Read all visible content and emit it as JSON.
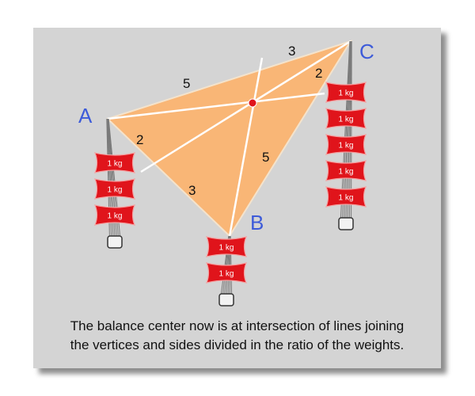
{
  "vertices": {
    "A": {
      "label": "A",
      "weight_count": 3
    },
    "B": {
      "label": "B",
      "weight_count": 2
    },
    "C": {
      "label": "C",
      "weight_count": 5
    }
  },
  "side_ratios": {
    "AC_near_A": "5",
    "AC_near_C": "3",
    "AB_near_A": "2",
    "AB_near_B": "3",
    "BC_near_C": "2",
    "BC_near_B": "5"
  },
  "weight_label": "1 kg",
  "caption": {
    "line1": "The balance center now is at intersection of lines joining",
    "line2": "the vertices and sides divided in the ratio of the weights."
  },
  "colors": {
    "triangle_fill": "#f9b676",
    "weight_fill": "#e0141b",
    "vertex_label": "#3d5bd9",
    "center_point": "#e0141b",
    "median_lines": "#ffffff"
  },
  "icons": [
    "weight-block-icon",
    "hook-ring-icon",
    "string-icon"
  ]
}
